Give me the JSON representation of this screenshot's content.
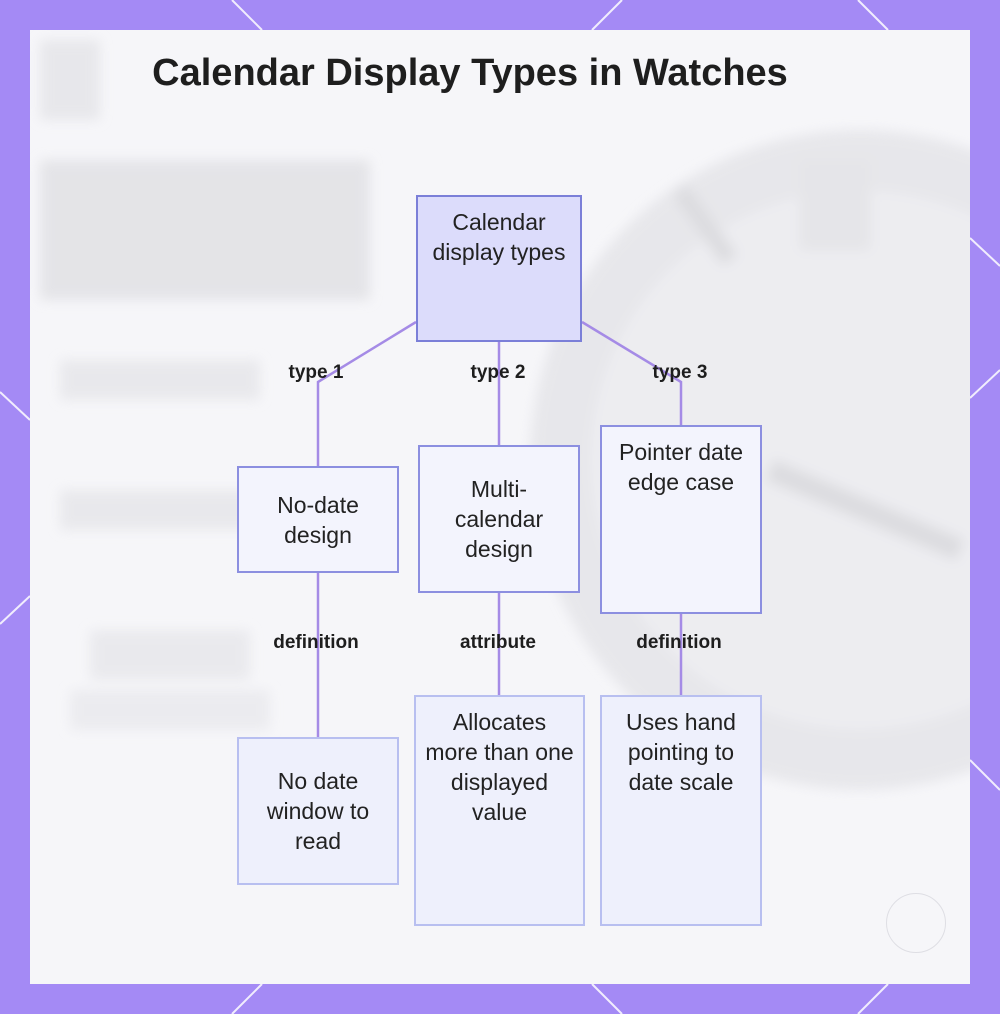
{
  "title": "Calendar Display Types in Watches",
  "colors": {
    "frame": "#a48af5",
    "node_border": "#8c8fe0",
    "root_fill": "#dcdcfb",
    "node_fill": "#f3f4fd",
    "connector": "#a58be6"
  },
  "diagram": {
    "root": "Calendar display types",
    "branches": [
      {
        "edge_label": "type 1",
        "node": "No-date design",
        "child_edge_label": "definition",
        "child": "No date window to read"
      },
      {
        "edge_label": "type 2",
        "node": "Multi-calendar design",
        "child_edge_label": "attribute",
        "child": "Allocates more than one displayed value"
      },
      {
        "edge_label": "type 3",
        "node": "Pointer date edge case",
        "child_edge_label": "definition",
        "child": "Uses hand pointing to date scale"
      }
    ]
  }
}
